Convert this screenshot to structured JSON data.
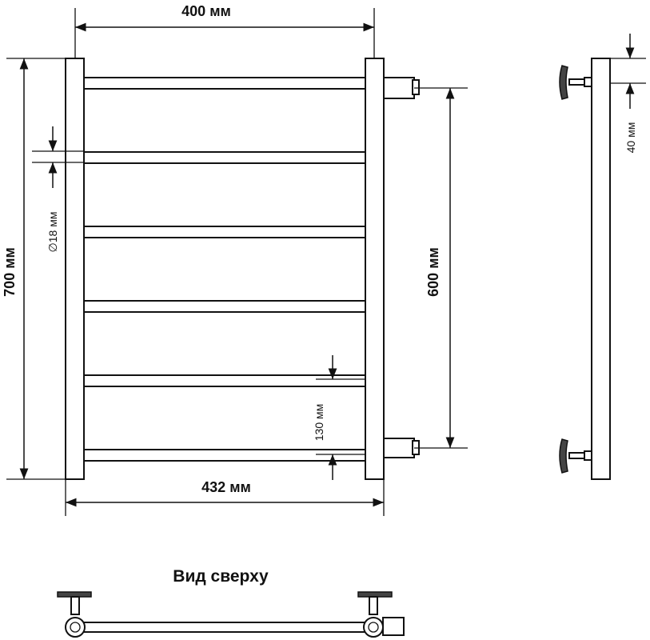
{
  "dimensions": {
    "center_distance_horizontal": "400 мм",
    "overall_width": "432 мм",
    "overall_height": "700 мм",
    "connection_distance": "600 мм",
    "rung_spacing": "130 мм",
    "rung_diameter": "∅18 мм",
    "wall_offset": "40 мм"
  },
  "views": {
    "top_view_label": "Вид сверху"
  },
  "product": {
    "rung_count": 6
  }
}
